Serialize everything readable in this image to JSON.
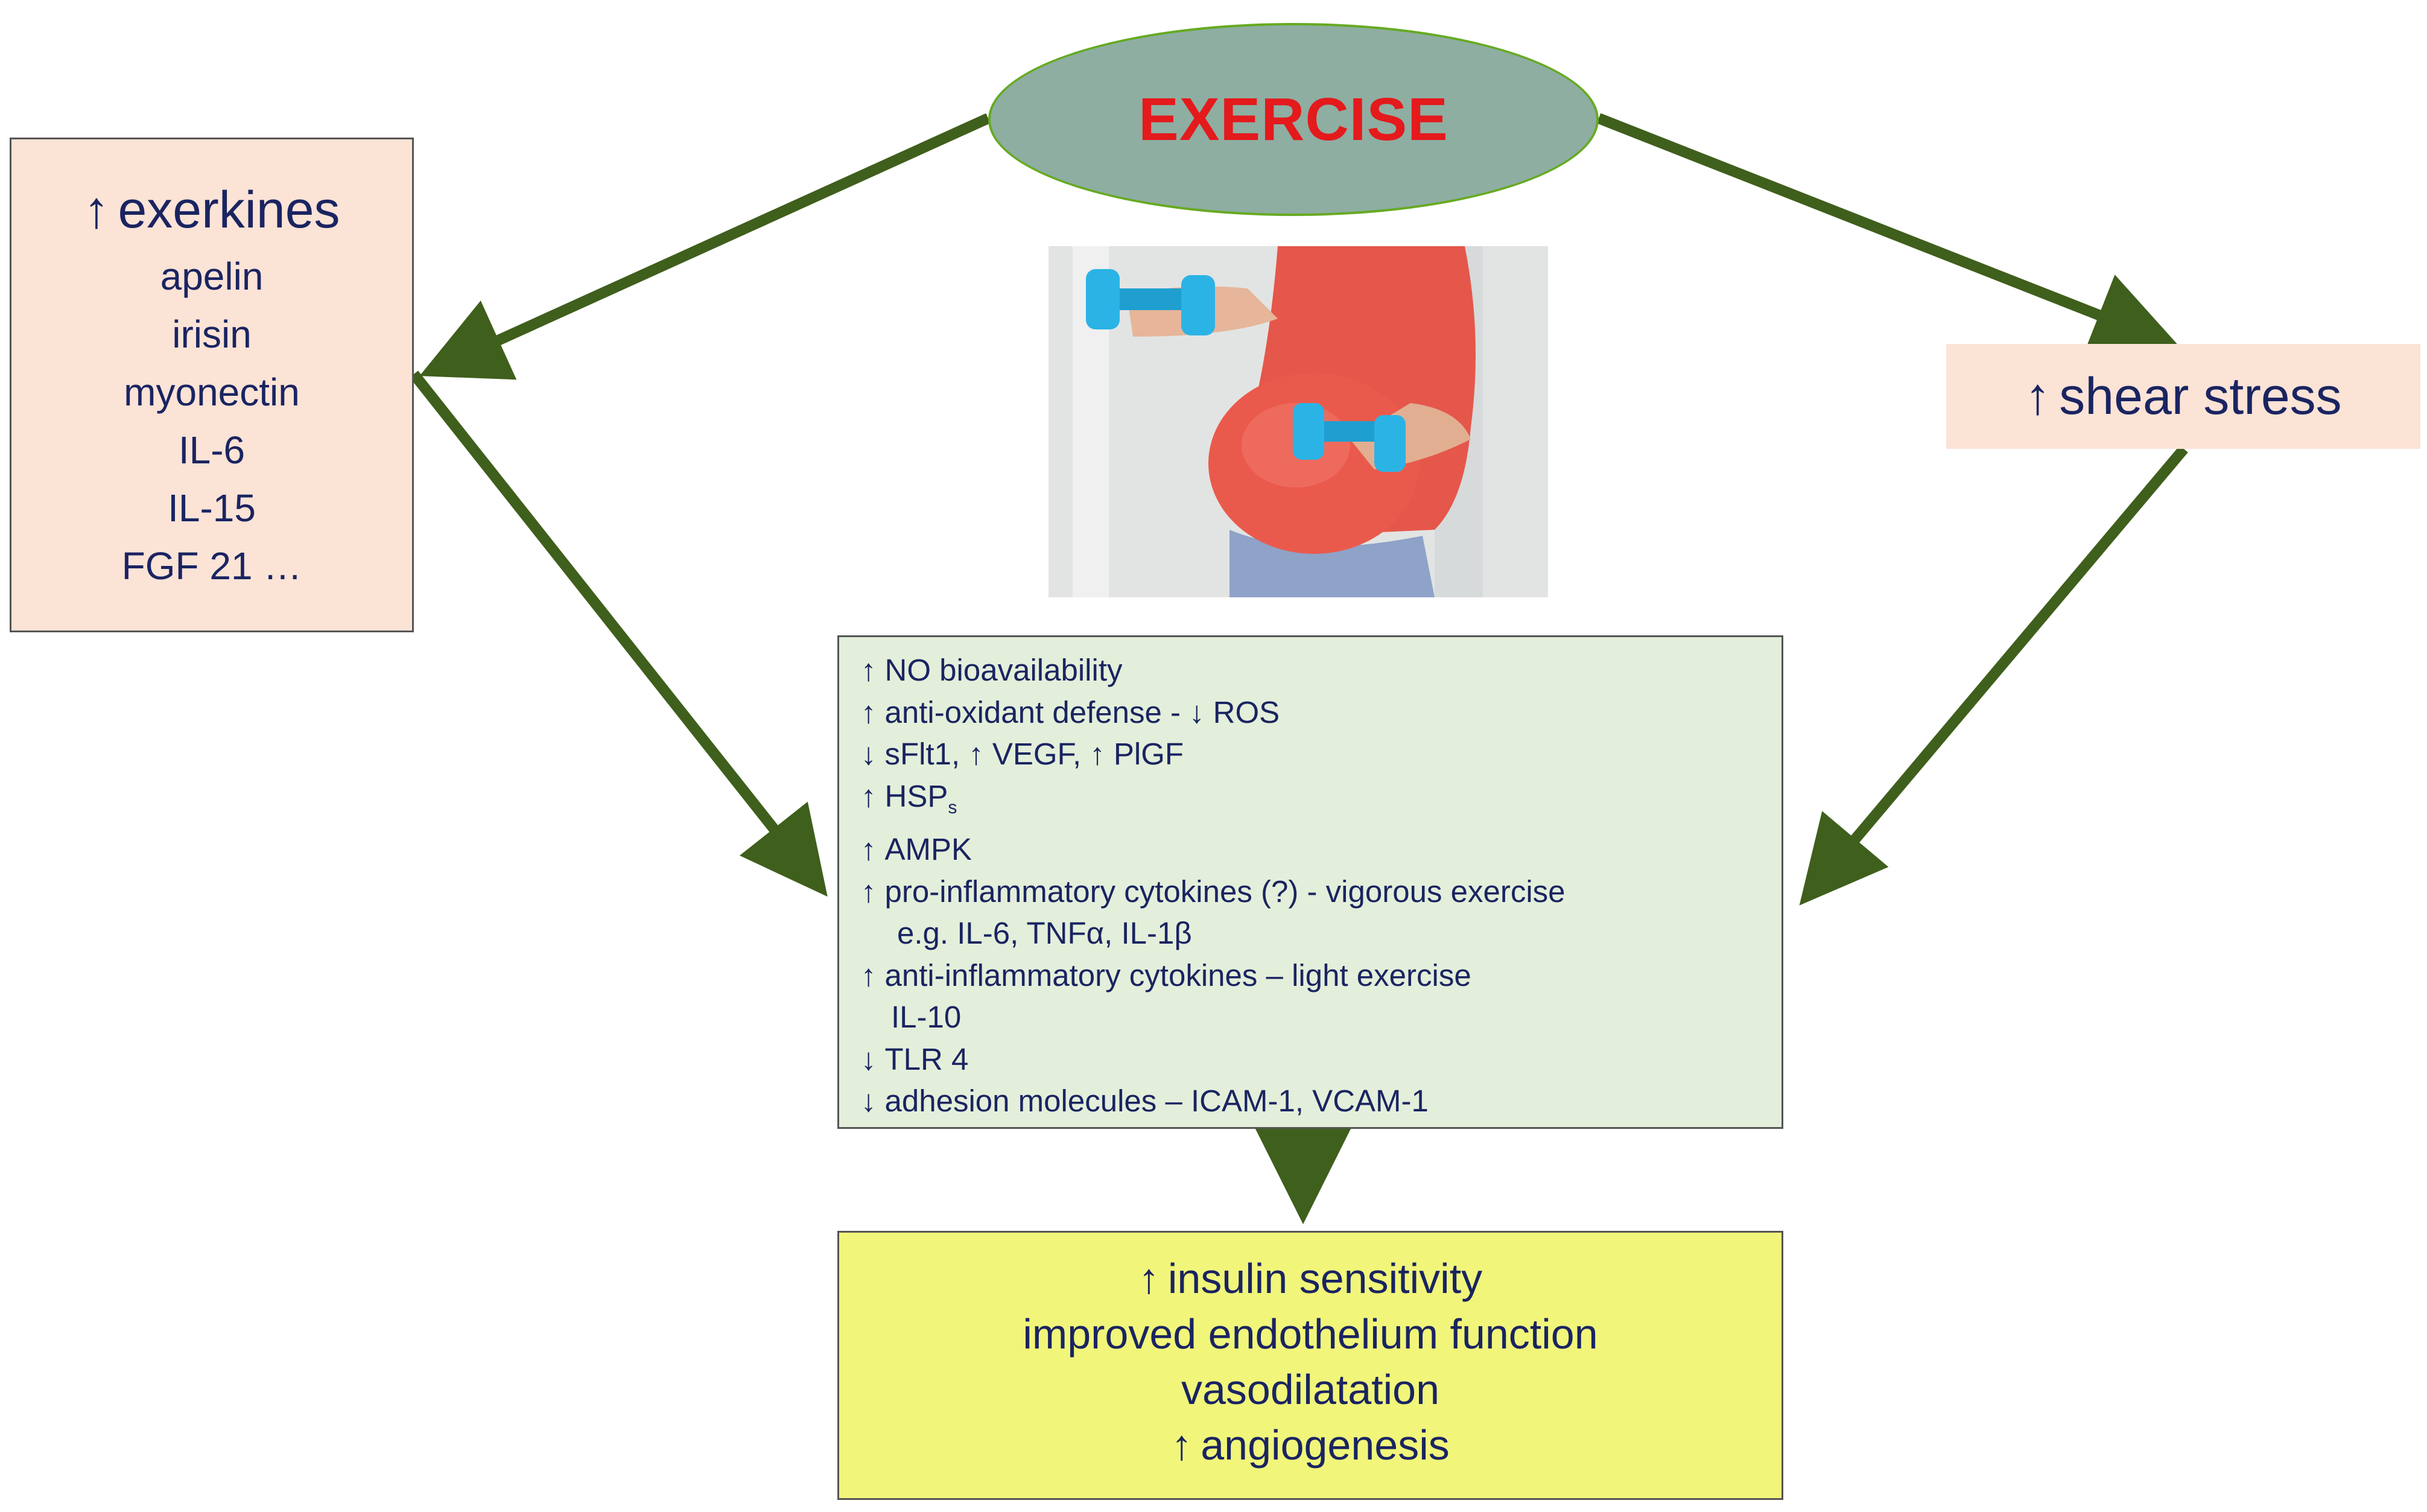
{
  "colors": {
    "arrow": "#3f5f1c",
    "exercise_fill": "#8eaea2",
    "exercise_text": "#e41a1c",
    "peach": "#fbe3d6",
    "green_box": "#e3efda",
    "yellow_box": "#f1f67a",
    "text": "#1a2461"
  },
  "icons": {
    "increase": "up-arrow-icon",
    "decrease": "down-arrow-icon"
  },
  "exercise": {
    "label": "EXERCISE"
  },
  "exerkines": {
    "title": "exerkines",
    "items": [
      "apelin",
      "irisin",
      "myonectin",
      "IL-6",
      "IL-15",
      "FGF 21 …"
    ]
  },
  "shear": {
    "label": "shear stress"
  },
  "mechanisms": {
    "no": "NO bioavailability",
    "antioxidant": "anti-oxidant defense -",
    "ros": "ROS",
    "sflt1": "sFlt1,",
    "vegf": "VEGF,",
    "plgf": "PlGF",
    "hsp": "HSP",
    "hsp_sub": "s",
    "ampk": "AMPK",
    "proinflammatory": "pro-inflammatory cytokines (?) - vigorous exercise",
    "pro_examples": "e.g. IL-6, TNFα, IL-1β",
    "antiinflammatory": "anti-inflammatory cytokines – light exercise",
    "il10": "IL-10",
    "tlr4": "TLR 4",
    "adhesion": "adhesion molecules – ICAM-1, VCAM-1"
  },
  "outcome": {
    "insulin": "insulin sensitivity",
    "endothelium": "improved endothelium function",
    "vasodilatation": "vasodilatation",
    "angiogenesis": "angiogenesis"
  }
}
